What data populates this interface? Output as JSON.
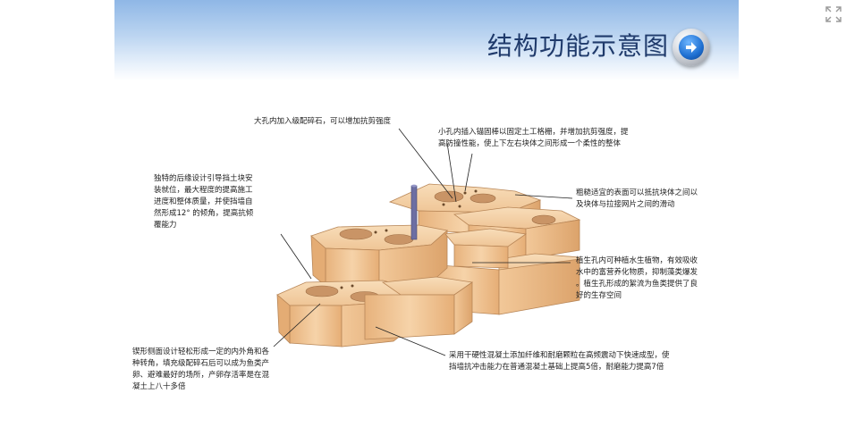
{
  "title": "结构功能示意图",
  "icons": {
    "next": "arrow-right-icon",
    "expand": "expand-icon"
  },
  "colors": {
    "brick": "#f1c89a",
    "brick_dark": "#d9a46e",
    "title": "#1f3a6b",
    "header": "#8fb7e6"
  },
  "labels": {
    "large_hole": "大孔内加入级配碎石，可以增加抗剪强度",
    "small_hole": [
      "小孔内插入锚固棒以固定土工格栅，并增加抗剪强度，提",
      "高防撞性能，使上下左右块体之间形成一个柔性的整体"
    ],
    "rear_edge": [
      "独特的后缘设计引导挡土块安",
      "装就位，最大程度的提高施工",
      "进度和整体质量，并使挡墙自",
      "然形成12° 的倾角，提高抗倾",
      "覆能力"
    ],
    "rough_surface": [
      "粗糙适宜的表面可以抵抗块体之间以",
      "及块体与拉接网片之间的滑动"
    ],
    "plant_hole": [
      "植生孔内可种植水生植物，有效吸收",
      "水中的富营养化物质，抑制藻类爆发",
      "。植生孔形成的絮流为鱼类提供了良",
      "好的生存空间"
    ],
    "wedge_side": [
      "锲形侧面设计轻松形成一定的内外角和各",
      "种转角，填充级配碎石后可以成为鱼类产",
      "卵、避难最好的场所，产卵存活率是在混",
      "凝土上八十多倍"
    ],
    "concrete": [
      "采用干硬性混凝土添加纤维和耐磨颗粒在高频震动下快速成型，使",
      "挡墙抗冲击能力在普通混凝土基础上提高5倍，耐磨能力提高7倍"
    ]
  }
}
